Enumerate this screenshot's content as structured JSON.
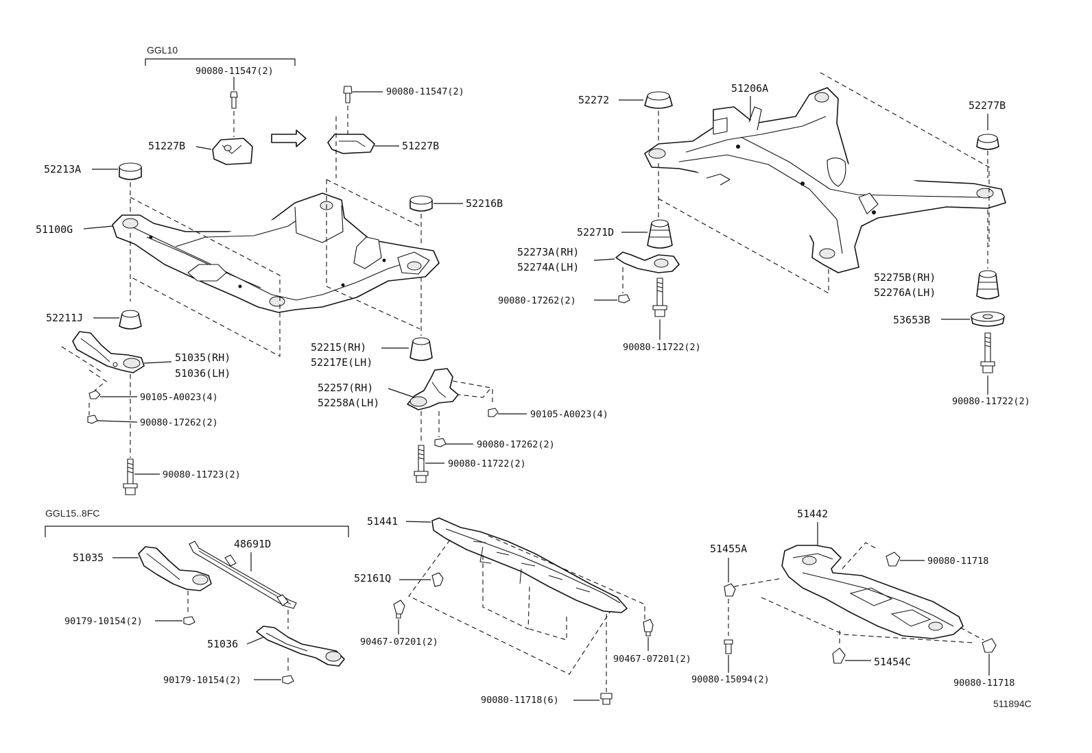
{
  "headers": {
    "ggl10": "GGL10",
    "ggl15": "GGL15..8FC"
  },
  "diagram_code": "511894C",
  "labels": {
    "b_90080_11547_top": "90080-11547(2)",
    "b_90080_11547_mid": "90080-11547(2)",
    "p_51227B_left": "51227B",
    "p_51227B_right": "51227B",
    "p_52213A": "52213A",
    "p_51100G": "51100G",
    "p_52216B": "52216B",
    "p_52211J": "52211J",
    "p_51035_rh": "51035(RH)",
    "p_51036_lh": "51036(LH)",
    "b_90105_A0023_left": "90105-A0023(4)",
    "b_90080_17262_left": "90080-17262(2)",
    "b_90080_11723": "90080-11723(2)",
    "p_52215_rh": "52215(RH)",
    "p_52217E_lh": "52217E(LH)",
    "p_52257_rh": "52257(RH)",
    "p_52258A_lh": "52258A(LH)",
    "b_90105_A0023_right": "90105-A0023(4)",
    "b_90080_17262_mid": "90080-17262(2)",
    "b_90080_11722_mid": "90080-11722(2)",
    "p_52272": "52272",
    "p_51206A": "51206A",
    "p_52277B": "52277B",
    "p_52271D": "52271D",
    "p_52273A_rh": "52273A(RH)",
    "p_52274A_lh": "52274A(LH)",
    "b_90080_17262_right": "90080-17262(2)",
    "b_90080_11722_right1": "90080-11722(2)",
    "p_52275B_rh": "52275B(RH)",
    "p_52276A_lh": "52276A(LH)",
    "p_53653B": "53653B",
    "b_90080_11722_right2": "90080-11722(2)",
    "p_51035": "51035",
    "p_48691D": "48691D",
    "b_90179_10154_a": "90179-10154(2)",
    "p_51036": "51036",
    "b_90179_10154_b": "90179-10154(2)",
    "p_51441": "51441",
    "p_52161Q": "52161Q",
    "b_90467_07201_left": "90467-07201(2)",
    "b_90467_07201_right": "90467-07201(2)",
    "b_90080_11718_6": "90080-11718(6)",
    "p_51442": "51442",
    "p_51455A": "51455A",
    "b_90080_11718_a": "90080-11718",
    "b_90080_15094": "90080-15094(2)",
    "p_51454C": "51454C",
    "b_90080_11718_b": "90080-11718"
  }
}
